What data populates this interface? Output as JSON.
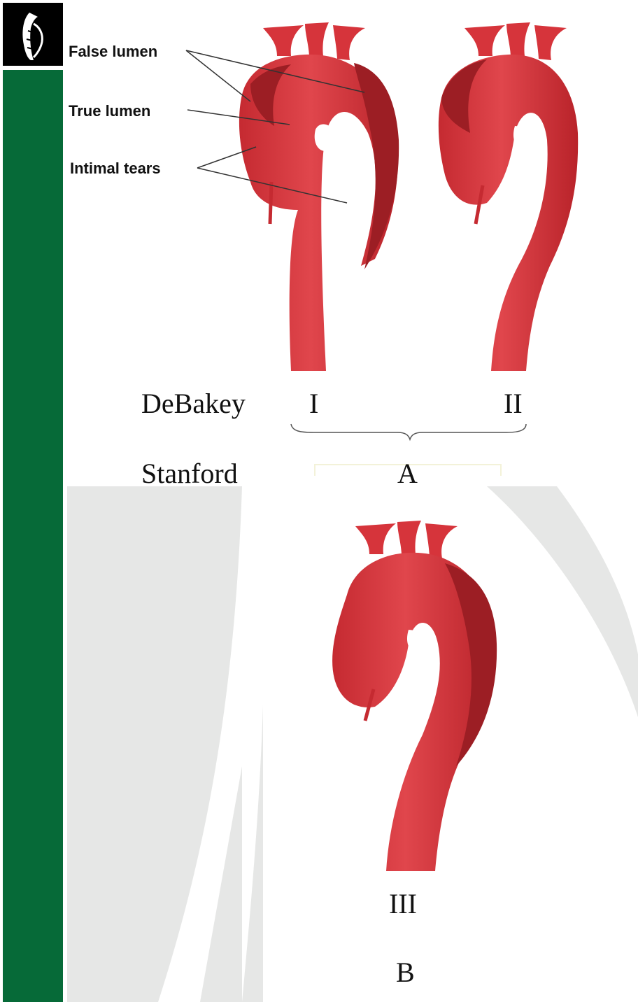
{
  "labels": {
    "false_lumen": "False lumen",
    "true_lumen": "True lumen",
    "intimal_tears": "Intimal tears"
  },
  "classification": {
    "debakey": "DeBakey",
    "stanford": "Stanford",
    "type_i": "I",
    "type_ii": "II",
    "type_iii": "III",
    "stanford_a": "A",
    "stanford_b": "B"
  },
  "colors": {
    "sidebar": "#066a38",
    "logo_bg": "#000000",
    "aorta": "#d6343b",
    "false_lumen": "#9c1e24"
  },
  "icons": [
    "logo-icon"
  ]
}
